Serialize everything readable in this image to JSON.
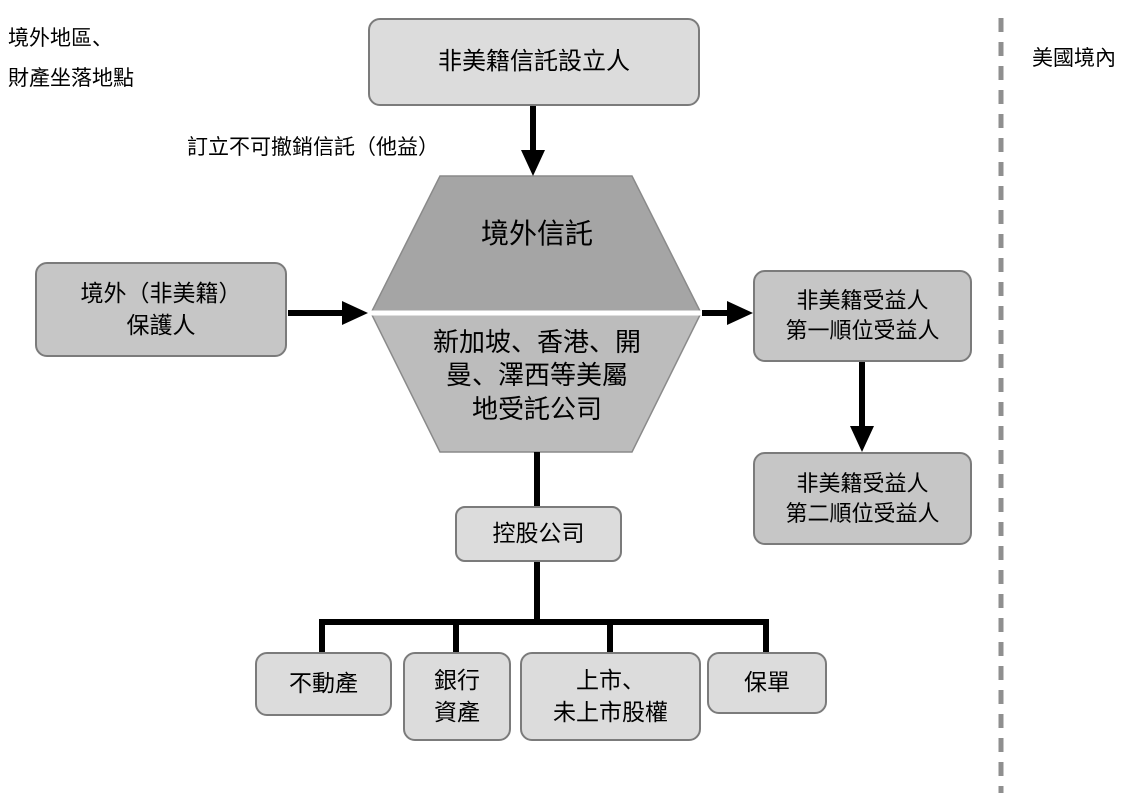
{
  "diagram": {
    "region_labels": {
      "offshore_line1": "境外地區、",
      "offshore_line2": "財產坐落地點",
      "us": "美國境內"
    },
    "nodes": {
      "settlor": "非美籍信託設立人",
      "trust_note": "訂立不可撤銷信託（他益）",
      "hexagon_top": "境外信託",
      "hexagon_bottom": "新加坡、香港、開\n曼、澤西等美屬\n地受託公司",
      "protector": "境外（非美籍）\n保護人",
      "beneficiary_first": "非美籍受益人\n第一順位受益人",
      "beneficiary_second": "非美籍受益人\n第二順位受益人",
      "holding_company": "控股公司",
      "asset_real_estate": "不動產",
      "asset_bank": "銀行\n資產",
      "asset_equity": "上市、\n未上市股權",
      "asset_policy": "保單"
    },
    "colors": {
      "box_light": "#dcdcdc",
      "box_mid": "#c6c6c6",
      "hex_top": "#a5a5a5",
      "hex_bottom": "#bcbcbc",
      "border": "#7b7b7b",
      "line": "#000000",
      "divider": "#8f8f8f"
    }
  }
}
